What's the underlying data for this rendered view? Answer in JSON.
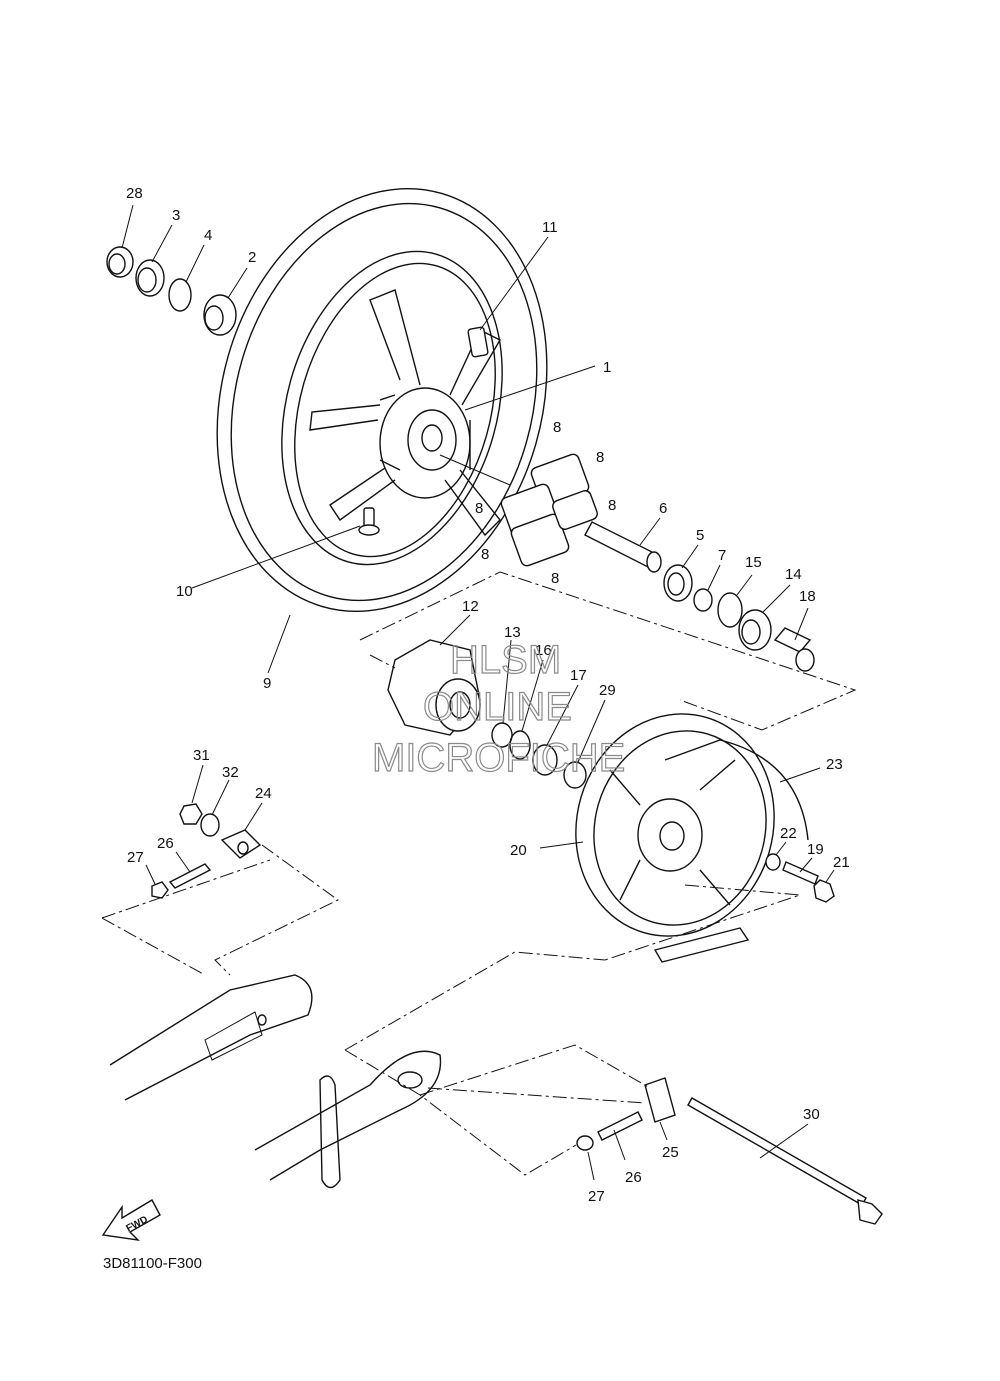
{
  "diagram": {
    "code": "3D81100-F300",
    "forward_arrow_label": "FWD",
    "watermark": [
      "HLSM",
      "ONLINE",
      "MICROFICHE"
    ],
    "callouts": [
      "28",
      "3",
      "4",
      "2",
      "11",
      "1",
      "8",
      "8",
      "8",
      "8",
      "8",
      "8",
      "6",
      "5",
      "7",
      "15",
      "14",
      "18",
      "10",
      "9",
      "12",
      "13",
      "16",
      "17",
      "29",
      "31",
      "32",
      "24",
      "26",
      "27",
      "23",
      "22",
      "19",
      "21",
      "20",
      "30",
      "25",
      "26",
      "27"
    ]
  }
}
